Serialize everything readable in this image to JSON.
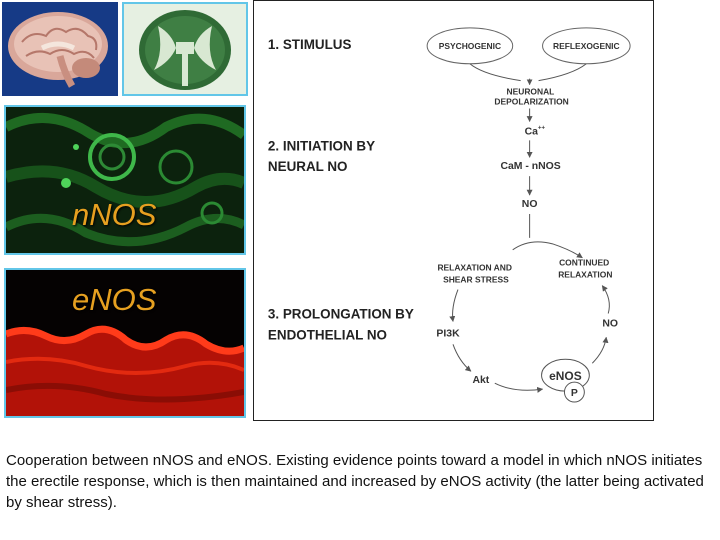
{
  "micrographs": {
    "nnos_label": "nNOS",
    "enos_label": "eNOS"
  },
  "diagram": {
    "stages": {
      "s1": [
        "1. STIMULUS"
      ],
      "s2": [
        "2. INITIATION BY",
        "NEURAL NO"
      ],
      "s3": [
        "3. PROLONGATION BY",
        "ENDOTHELIAL NO"
      ]
    },
    "nodes": {
      "psychogenic": "PSYCHOGENIC",
      "reflexogenic": "REFLEXOGENIC",
      "depolarization": [
        "NEURONAL",
        "DEPOLARIZATION"
      ],
      "calcium": "Ca",
      "calcium_sup": "++",
      "cam_nnos": "CaM - nNOS",
      "no1": "NO",
      "relaxation_shear": [
        "RELAXATION AND",
        "SHEAR STRESS"
      ],
      "continued": [
        "CONTINUED",
        "RELAXATION"
      ],
      "pi3k": "PI3K",
      "no2": "NO",
      "akt": "Akt",
      "enos": "eNOS",
      "phospho": "P"
    }
  },
  "caption": "Cooperation between nNOS and eNOS. Existing evidence points toward a model in which nNOS initiates the erectile response, which is then maintained and increased by eNOS activity (the latter being activated by shear stress)."
}
